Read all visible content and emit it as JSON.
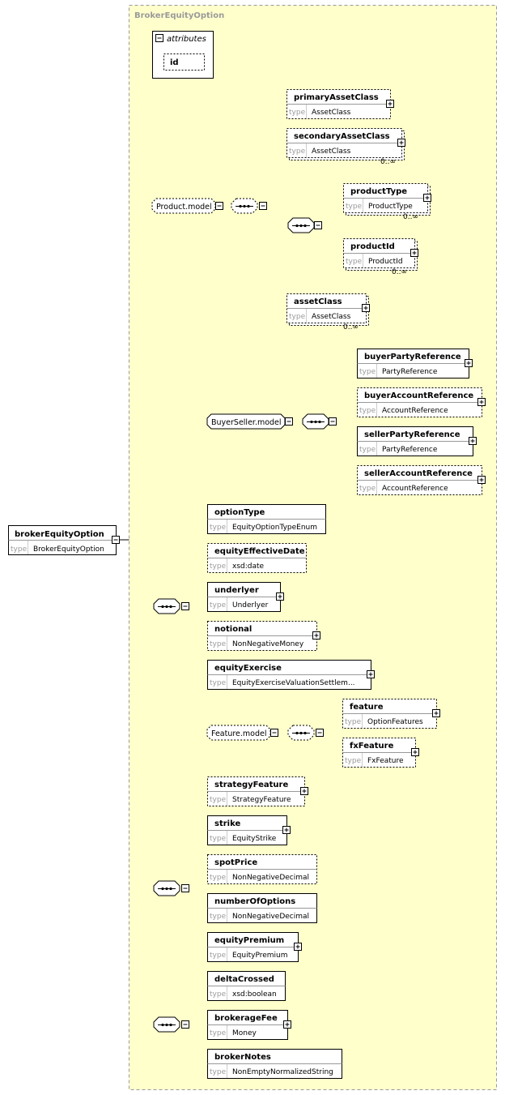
{
  "complex_type": "BrokerEquityOption",
  "root": {
    "name": "brokerEquityOption",
    "type": "BrokerEquityOption"
  },
  "labels": {
    "type_key": "type",
    "attributes": "attributes"
  },
  "attributes": [
    "id"
  ],
  "occurrence": "0..∞",
  "groups": {
    "product": "Product.model",
    "buyerseller": "BuyerSeller.model",
    "feature": "Feature.model"
  },
  "elements": [
    {
      "name": "primaryAssetClass",
      "type": "AssetClass",
      "optional": true,
      "expandable": true
    },
    {
      "name": "secondaryAssetClass",
      "type": "AssetClass",
      "optional": true,
      "expandable": true,
      "repeat": "0..∞"
    },
    {
      "name": "productType",
      "type": "ProductType",
      "optional": true,
      "expandable": true,
      "repeat": "0..∞"
    },
    {
      "name": "productId",
      "type": "ProductId",
      "optional": true,
      "expandable": true,
      "repeat": "0..∞"
    },
    {
      "name": "assetClass",
      "type": "AssetClass",
      "optional": true,
      "expandable": true,
      "repeat": "0..∞"
    },
    {
      "name": "buyerPartyReference",
      "type": "PartyReference",
      "optional": false,
      "expandable": true
    },
    {
      "name": "buyerAccountReference",
      "type": "AccountReference",
      "optional": true,
      "expandable": true
    },
    {
      "name": "sellerPartyReference",
      "type": "PartyReference",
      "optional": false,
      "expandable": true
    },
    {
      "name": "sellerAccountReference",
      "type": "AccountReference",
      "optional": true,
      "expandable": true
    },
    {
      "name": "optionType",
      "type": "EquityOptionTypeEnum",
      "optional": false,
      "expandable": false
    },
    {
      "name": "equityEffectiveDate",
      "type": "xsd:date",
      "optional": true,
      "expandable": false
    },
    {
      "name": "underlyer",
      "type": "Underlyer",
      "optional": false,
      "expandable": true
    },
    {
      "name": "notional",
      "type": "NonNegativeMoney",
      "optional": true,
      "expandable": true
    },
    {
      "name": "equityExercise",
      "type": "EquityExerciseValuationSettlem...",
      "optional": false,
      "expandable": true
    },
    {
      "name": "feature",
      "type": "OptionFeatures",
      "optional": true,
      "expandable": true
    },
    {
      "name": "fxFeature",
      "type": "FxFeature",
      "optional": true,
      "expandable": true
    },
    {
      "name": "strategyFeature",
      "type": "StrategyFeature",
      "optional": true,
      "expandable": true
    },
    {
      "name": "strike",
      "type": "EquityStrike",
      "optional": false,
      "expandable": true
    },
    {
      "name": "spotPrice",
      "type": "NonNegativeDecimal",
      "optional": true,
      "expandable": false
    },
    {
      "name": "numberOfOptions",
      "type": "NonNegativeDecimal",
      "optional": false,
      "expandable": false
    },
    {
      "name": "equityPremium",
      "type": "EquityPremium",
      "optional": false,
      "expandable": true
    },
    {
      "name": "deltaCrossed",
      "type": "xsd:boolean",
      "optional": false,
      "expandable": false
    },
    {
      "name": "brokerageFee",
      "type": "Money",
      "optional": false,
      "expandable": true
    },
    {
      "name": "brokerNotes",
      "type": "NonEmptyNormalizedString",
      "optional": false,
      "expandable": false
    }
  ]
}
